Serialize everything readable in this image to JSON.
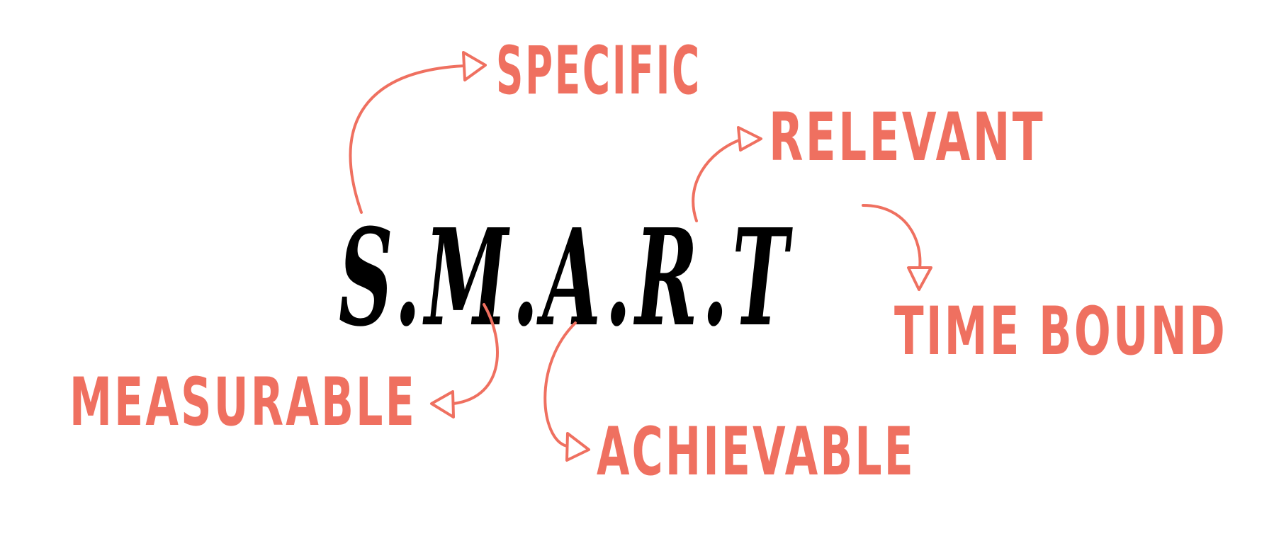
{
  "colors": {
    "background": "#ffffff",
    "acronym": "#000000",
    "accent": "#ef7060"
  },
  "acronym": {
    "text": "S.M.A.R.T"
  },
  "terms": {
    "specific": "SPECIFIC",
    "measurable": "MEASURABLE",
    "achievable": "ACHIEVABLE",
    "relevant": "RELEVANT",
    "time_bound": "TIME BOUND"
  }
}
